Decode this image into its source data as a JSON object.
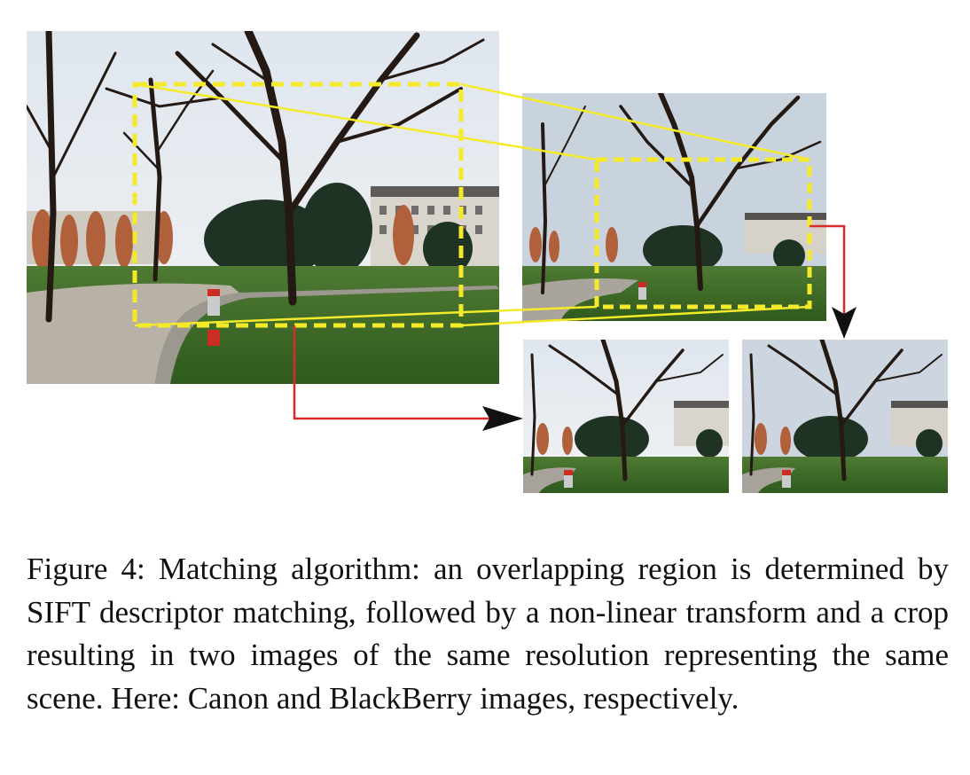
{
  "figure": {
    "panels": [
      {
        "name": "canon-photo",
        "camera": "Canon"
      },
      {
        "name": "blackberry-photo",
        "camera": "BlackBerry"
      },
      {
        "name": "canon-crop",
        "camera": "Canon"
      },
      {
        "name": "blackberry-crop",
        "camera": "BlackBerry"
      }
    ],
    "colors": {
      "sky": "#e9ecef",
      "grass": "#3f6b2a",
      "path": "#b8b3aa",
      "tree": "#2a1f18",
      "building": "#d8d4cc",
      "overlap_box": "#f5ea2a",
      "arrow": "#d92b2b"
    }
  },
  "caption": {
    "label": "Figure 4:",
    "text": "Matching algorithm: an overlapping region is determined by SIFT descriptor matching, followed by a non-linear transform and a crop resulting in two images of the same resolution representing the same scene. Here: Canon and BlackBerry images, respectively."
  }
}
